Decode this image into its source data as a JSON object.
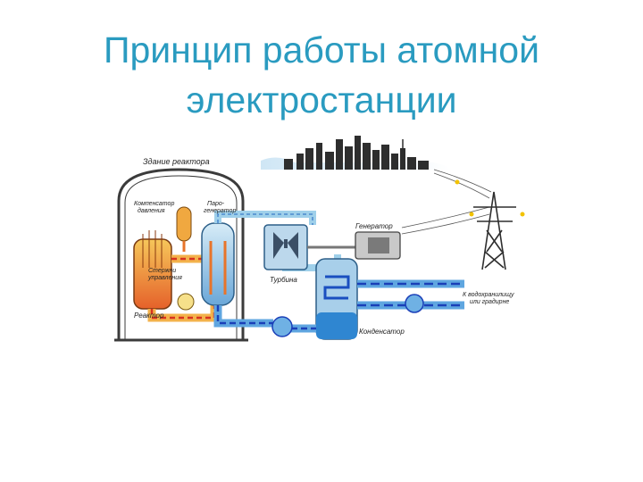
{
  "title": {
    "line1": "Принцип работы атомной",
    "line2": "электростанции"
  },
  "labels": {
    "building": "Здание реактора",
    "pressurizer_1": "Компенсатор",
    "pressurizer_2": "давления",
    "steam_gen_1": "Паро-",
    "steam_gen_2": "генератор",
    "rods_1": "Стержни",
    "rods_2": "управления",
    "reactor": "Реактор",
    "turbine": "Турбина",
    "generator": "Генератор",
    "condenser": "Конденсатор",
    "outlet_1": "К водохранилищу",
    "outlet_2": "или градирне"
  },
  "colors": {
    "title": "#2a9bc0",
    "hot_loop": "#e8742a",
    "cold_loop": "#1a5fd6",
    "steam_pipe": "#9fd0ea",
    "outline": "#3b3b3b"
  }
}
